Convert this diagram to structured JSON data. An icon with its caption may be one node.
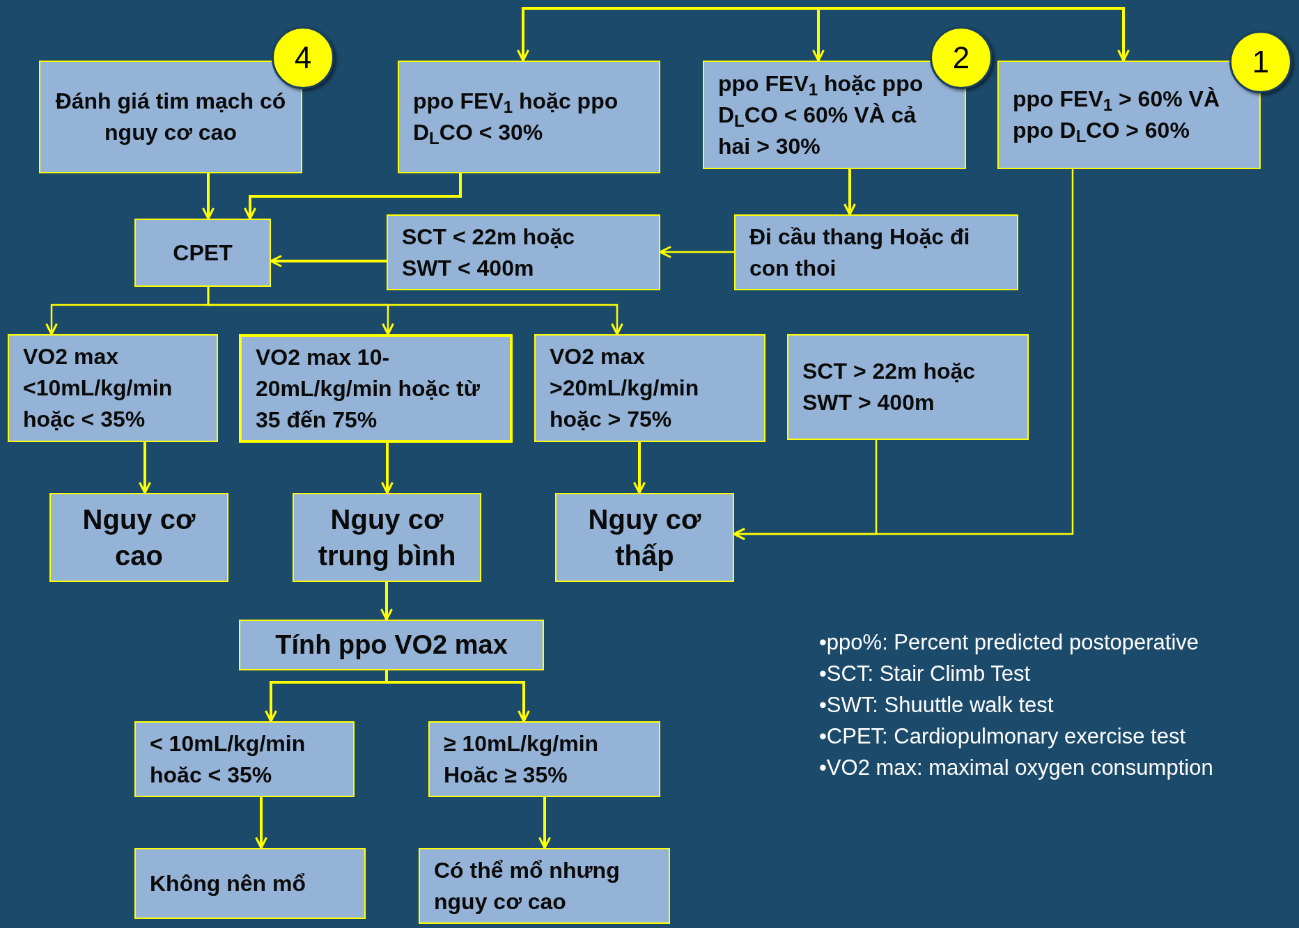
{
  "diagram": {
    "nodes": [
      {
        "text": [
          "Đánh giá tim mạch có nguy cơ cao"
        ]
      },
      {
        "text": [
          "4"
        ]
      },
      {
        "text": [
          "ppo FEV$_{1}$ hoặc ppo D$_{L}$CO < 30%"
        ]
      },
      {
        "text": [
          "ppo FEV$_{1}$ hoặc ppo D$_{L}$CO < 60% VÀ cả hai > 30%"
        ]
      },
      {
        "text": [
          "2"
        ]
      },
      {
        "text": [
          "ppo FEV$_{1}$ > 60% VÀ ppo D$_{L}$CO > 60%"
        ]
      },
      {
        "text": [
          "1"
        ]
      },
      {
        "text": [
          "CPET"
        ]
      },
      {
        "text": [
          "SCT < 22m hoặc SWT < 400m"
        ]
      },
      {
        "text": [
          "Đi cầu thang Hoặc đi con thoi"
        ]
      },
      {
        "text": [
          "VO2 max <10mL/kg/min hoặc < 35%"
        ]
      },
      {
        "text": [
          "VO2 max 10-20mL/kg/min hoặc từ 35 đến 75%"
        ]
      },
      {
        "text": [
          "VO2 max >20mL/kg/min hoặc > 75%"
        ]
      },
      {
        "text": [
          "SCT > 22m hoặc SWT > 400m"
        ]
      },
      {
        "text": [
          "Nguy cơ cao"
        ]
      },
      {
        "text": [
          "Nguy cơ trung bình"
        ]
      },
      {
        "text": [
          "Nguy cơ thấp"
        ]
      },
      {
        "text": [
          "Tính ppo VO2 max"
        ]
      },
      {
        "text": [
          "< 10mL/kg/min hoăc < 35%"
        ]
      },
      {
        "text": [
          "≥ 10mL/kg/min Hoăc ≥ 35%"
        ]
      },
      {
        "text": [
          "Không nên mổ"
        ]
      },
      {
        "text": [
          "Có thể mổ nhưng nguy cơ cao"
        ]
      }
    ],
    "edges": [
      {
        "from": null,
        "to": 2,
        "arrow": "to"
      },
      {
        "from": null,
        "to": 3,
        "arrow": "to"
      },
      {
        "from": null,
        "to": 5,
        "arrow": "to"
      },
      {
        "from": 0,
        "to": 7,
        "arrow": "to"
      },
      {
        "from": 2,
        "to": 7,
        "arrow": "to"
      },
      {
        "from": 3,
        "to": 9,
        "arrow": "to"
      },
      {
        "from": 9,
        "to": 8,
        "arrow": "to"
      },
      {
        "from": 8,
        "to": 7,
        "arrow": "to"
      },
      {
        "from": 7,
        "to": 10,
        "arrow": "to"
      },
      {
        "from": 7,
        "to": 11,
        "arrow": "to"
      },
      {
        "from": 7,
        "to": 12,
        "arrow": "to"
      },
      {
        "from": 10,
        "to": 14,
        "arrow": "to"
      },
      {
        "from": 11,
        "to": 15,
        "arrow": "to"
      },
      {
        "from": 12,
        "to": 16,
        "arrow": "to"
      },
      {
        "from": 13,
        "to": 16,
        "arrow": "to"
      },
      {
        "from": 5,
        "to": 16,
        "arrow": "to"
      },
      {
        "from": 15,
        "to": 17,
        "arrow": "to"
      },
      {
        "from": 17,
        "to": 18,
        "arrow": "to"
      },
      {
        "from": 17,
        "to": 19,
        "arrow": "to"
      },
      {
        "from": 18,
        "to": 20,
        "arrow": "to"
      },
      {
        "from": 19,
        "to": 21,
        "arrow": "to"
      }
    ],
    "labels": [
      "•ppo%: Percent predicted postoperative",
      "•SCT: Stair Climb Test",
      "•SWT: Shuuttle walk test",
      "•CPET: Cardiopulmonary exercise test",
      "•VO2 max: maximal oxygen consumption"
    ]
  }
}
